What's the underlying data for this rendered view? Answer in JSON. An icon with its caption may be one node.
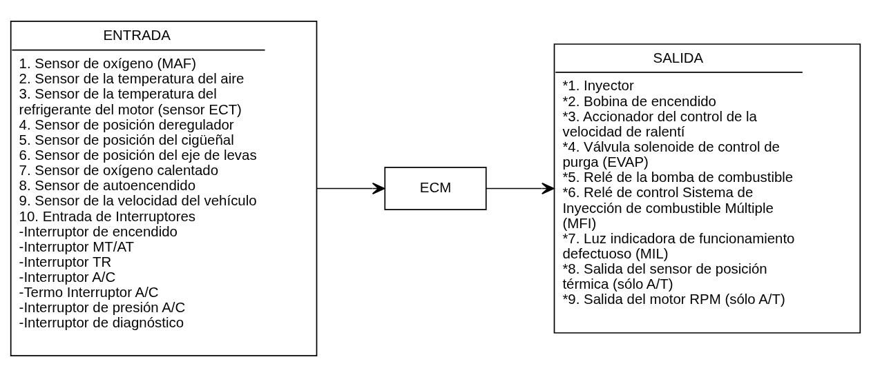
{
  "diagram": {
    "nodes": [
      {
        "text": [
          "ENTRADA",
          "1. Sensor de oxígeno (MAF)",
          "2. Sensor de la temperatura del aire",
          "3. Sensor de la temperatura del refrigerante del motor (sensor ECT)",
          "4. Sensor de posición deregulador",
          "5. Sensor de posición del cigüeñal",
          "6. Sensor de posición del eje de levas",
          "7. Sensor de oxígeno calentado",
          "8. Sensor de autoencendido",
          "9. Sensor de la velocidad del vehículo",
          "10. Entrada de Interruptores",
          "-Interruptor de encendido",
          "-Interruptor MT/AT",
          "-Interruptor TR",
          "-Interruptor A/C",
          "-Termo Interruptor A/C",
          "-Interruptor de presión A/C",
          "-Interruptor de diagnóstico"
        ]
      },
      {
        "text": [
          "ECM"
        ]
      },
      {
        "text": [
          "SALIDA",
          "*1. Inyector",
          "*2. Bobina de encendido",
          "*3. Accionador del control de la velocidad de ralentí",
          "*4. Válvula solenoide de control de purga (EVAP)",
          "*5. Relé de la bomba de combustible",
          "*6. Relé de control Sistema de Inyección de combustible Múltiple (MFI)",
          "*7. Luz indicadora de funcionamiento defectuoso (MIL)",
          "*8. Salida del sensor de posición térmica (sólo A/T)",
          "*9. Salida del motor RPM (sólo A/T)"
        ]
      }
    ],
    "edges": [
      {
        "from": 0,
        "to": 1,
        "arrow": "to"
      },
      {
        "from": 1,
        "to": 2,
        "arrow": "to"
      }
    ]
  }
}
